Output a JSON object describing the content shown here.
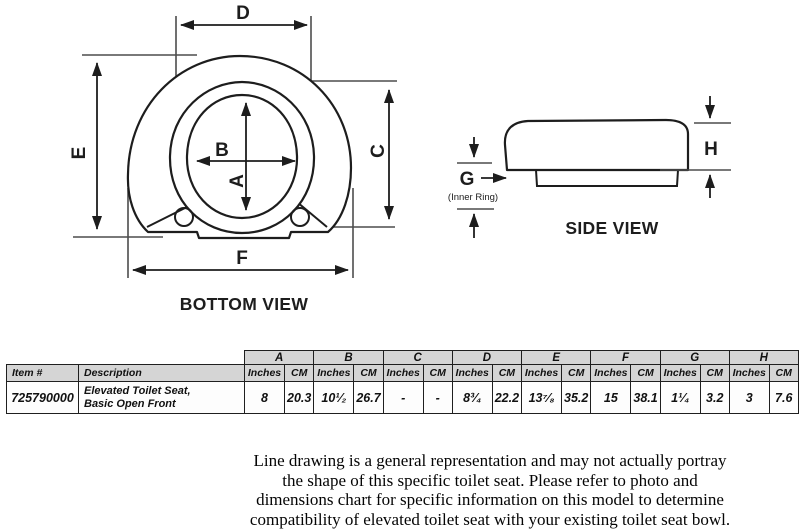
{
  "diagram": {
    "bottom_view": {
      "title": "BOTTOM VIEW",
      "dim_a": "A",
      "dim_b": "B",
      "dim_c": "C",
      "dim_d": "D",
      "dim_e": "E",
      "dim_f": "F"
    },
    "side_view": {
      "title": "SIDE VIEW",
      "dim_g": "G",
      "dim_h": "H",
      "inner_ring_note": "(Inner Ring)"
    }
  },
  "table": {
    "item_header": "Item #",
    "description_header": "Description",
    "inches_label": "Inches",
    "cm_label": "CM",
    "dims": [
      "A",
      "B",
      "C",
      "D",
      "E",
      "F",
      "G",
      "H"
    ],
    "row": {
      "item": "725790000",
      "description_line1": "Elevated Toilet Seat,",
      "description_line2": "Basic Open Front",
      "values": [
        {
          "dim": "A",
          "inches": "8",
          "cm": "20.3"
        },
        {
          "dim": "B",
          "inches": "10¹⁄₂",
          "cm": "26.7"
        },
        {
          "dim": "C",
          "inches": "-",
          "cm": "-"
        },
        {
          "dim": "D",
          "inches": "8³⁄₄",
          "cm": "22.2"
        },
        {
          "dim": "E",
          "inches": "13⁷⁄₈",
          "cm": "35.2"
        },
        {
          "dim": "F",
          "inches": "15",
          "cm": "38.1"
        },
        {
          "dim": "G",
          "inches": "1¹⁄₄",
          "cm": "3.2"
        },
        {
          "dim": "H",
          "inches": "3",
          "cm": "7.6"
        }
      ]
    }
  },
  "disclaimer": {
    "line1": "Line drawing is a general representation and may not actually portray",
    "line2": "the shape of this specific toilet seat. Please refer to photo and",
    "line3": "dimensions chart for specific information on this model to determine",
    "line4": "compatibility of elevated toilet seat with your existing toilet seat bowl."
  },
  "colors": {
    "line": "#1d1d1d",
    "tick": "#4d4d4d",
    "header_fill": "#d5d5d5",
    "background": "#ffffff"
  }
}
